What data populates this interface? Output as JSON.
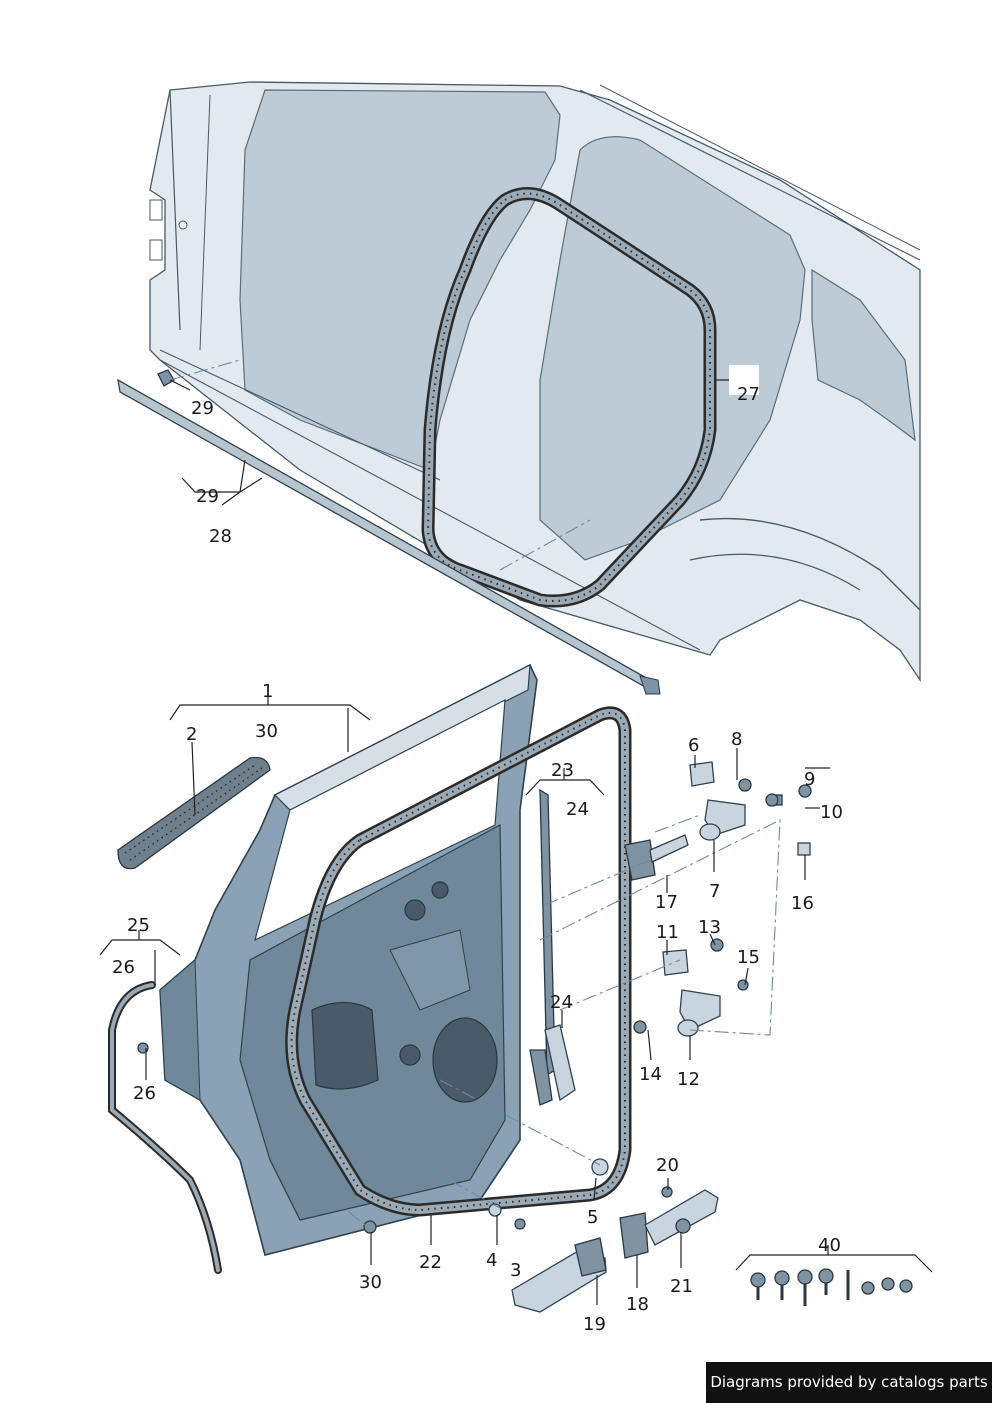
{
  "callouts": [
    {
      "id": "c1",
      "text": "1"
    },
    {
      "id": "c2",
      "text": "2"
    },
    {
      "id": "c3",
      "text": "3"
    },
    {
      "id": "c4",
      "text": "4"
    },
    {
      "id": "c5",
      "text": "5"
    },
    {
      "id": "c6",
      "text": "6"
    },
    {
      "id": "c7",
      "text": "7"
    },
    {
      "id": "c8",
      "text": "8"
    },
    {
      "id": "c9",
      "text": "9"
    },
    {
      "id": "c10",
      "text": "10"
    },
    {
      "id": "c11",
      "text": "11"
    },
    {
      "id": "c12",
      "text": "12"
    },
    {
      "id": "c13",
      "text": "13"
    },
    {
      "id": "c14",
      "text": "14"
    },
    {
      "id": "c15",
      "text": "15"
    },
    {
      "id": "c16",
      "text": "16"
    },
    {
      "id": "c17",
      "text": "17"
    },
    {
      "id": "c18",
      "text": "18"
    },
    {
      "id": "c19",
      "text": "19"
    },
    {
      "id": "c20",
      "text": "20"
    },
    {
      "id": "c21",
      "text": "21"
    },
    {
      "id": "c22",
      "text": "22"
    },
    {
      "id": "c23",
      "text": "23"
    },
    {
      "id": "c24a",
      "text": "24"
    },
    {
      "id": "c24b",
      "text": "24"
    },
    {
      "id": "c25",
      "text": "25"
    },
    {
      "id": "c26a",
      "text": "26"
    },
    {
      "id": "c26b",
      "text": "26"
    },
    {
      "id": "c27",
      "text": "27"
    },
    {
      "id": "c28",
      "text": "28"
    },
    {
      "id": "c29a",
      "text": "29"
    },
    {
      "id": "c29b",
      "text": "29"
    },
    {
      "id": "c30a",
      "text": "30"
    },
    {
      "id": "c30b",
      "text": "30"
    },
    {
      "id": "c40",
      "text": "40"
    }
  ],
  "footer": {
    "text": "Diagrams provided by catalogs parts"
  }
}
